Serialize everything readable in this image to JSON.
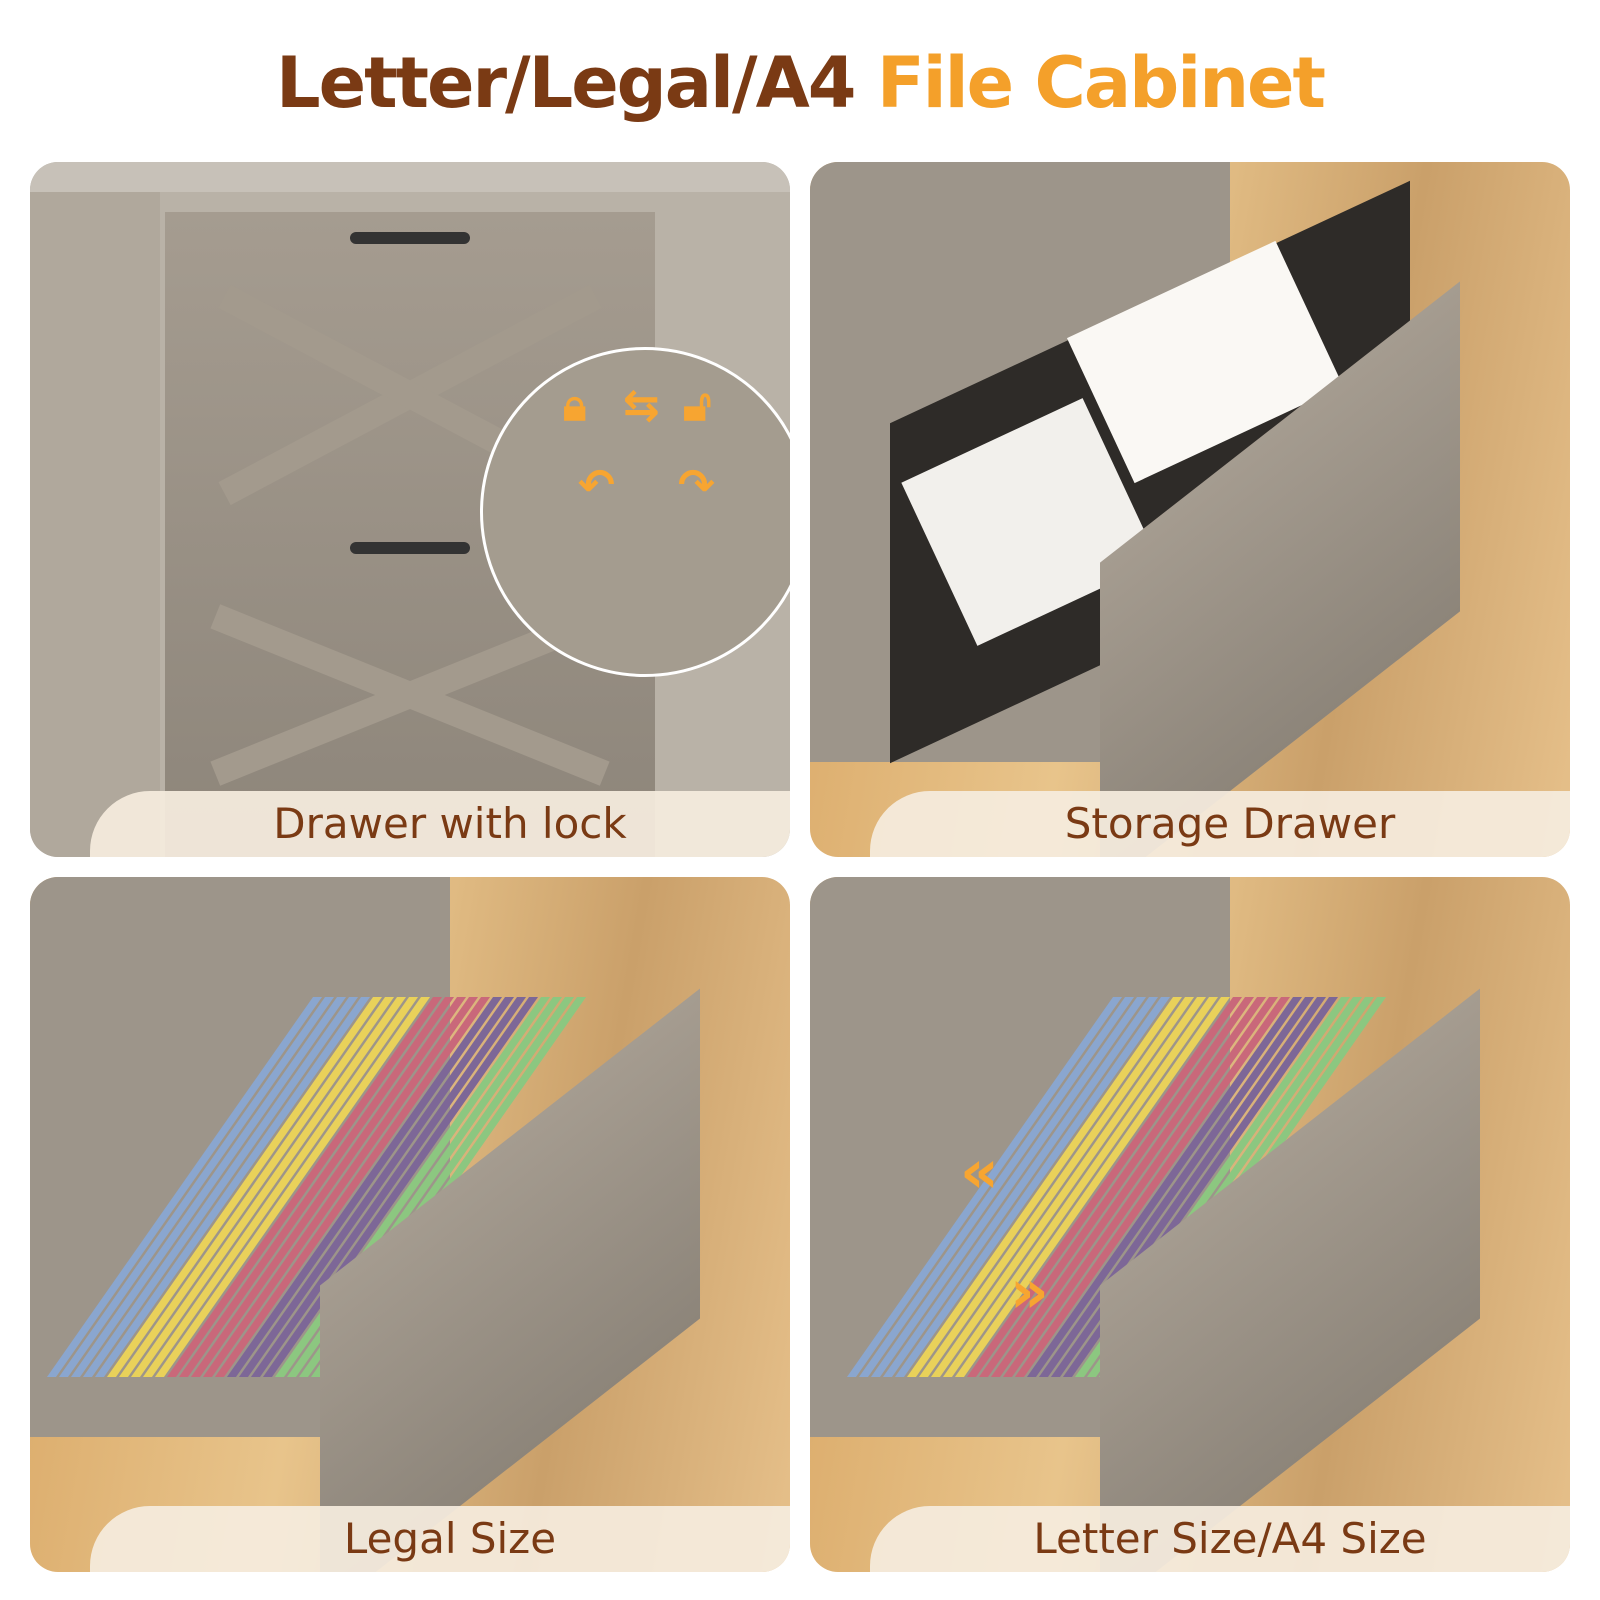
{
  "title": {
    "part1": "Letter/Legal/A4",
    "part2": "File Cabinet"
  },
  "colors": {
    "title_dark": "#7a3a14",
    "title_accent": "#f4a02a",
    "caption_text": "#7a3a14",
    "icon_accent": "#f7a531"
  },
  "panels": [
    {
      "caption": "Drawer with lock",
      "icons": [
        "lock-icon",
        "swap-arrows-icon",
        "unlock-icon",
        "rotate-left-icon",
        "rotate-right-icon"
      ]
    },
    {
      "caption": "Storage Drawer"
    },
    {
      "caption": "Legal Size"
    },
    {
      "caption": "Letter Size/A4 Size",
      "icons": [
        "compress-arrows-icon"
      ]
    }
  ]
}
